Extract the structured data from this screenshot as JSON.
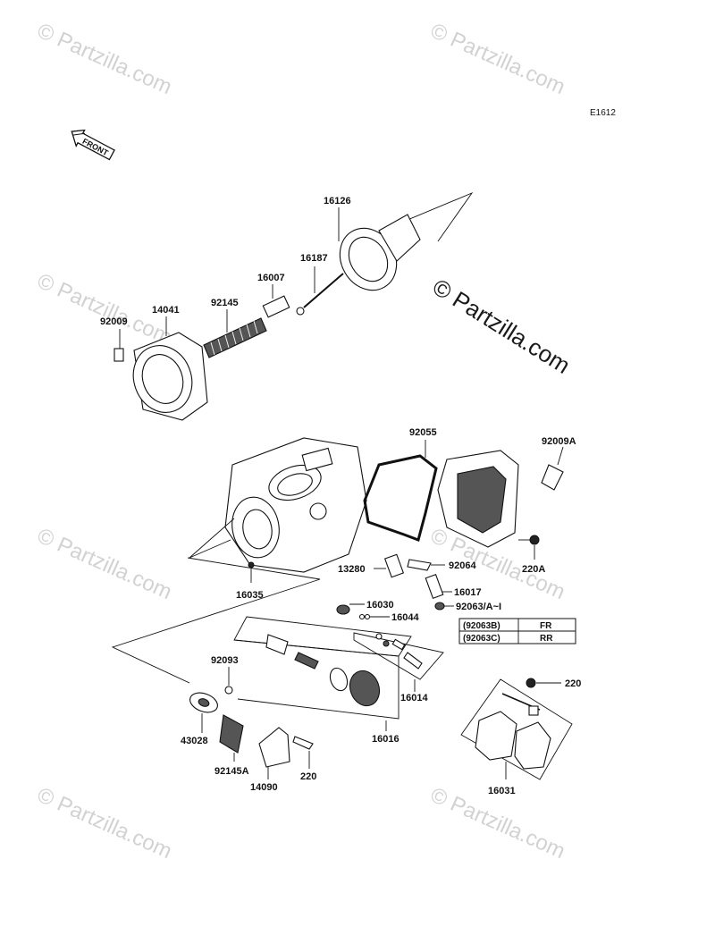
{
  "diagram_code": "E1612",
  "front_arrow_label": "FRONT",
  "watermark_main": "© Partzilla.com",
  "watermark_tile": "© Partzilla.com",
  "parts": {
    "p16126": "16126",
    "p16187": "16187",
    "p16007": "16007",
    "p92145": "92145",
    "p14041": "14041",
    "p92009": "92009",
    "p92055": "92055",
    "p92009A": "92009A",
    "p220A": "220A",
    "p92064": "92064",
    "p13280": "13280",
    "p16017": "16017",
    "p16035": "16035",
    "p16030": "16030",
    "p92063": "92063/A~I",
    "p16044": "16044",
    "p16014": "16014",
    "p92093": "92093",
    "p43028": "43028",
    "p92145A": "92145A",
    "p14090": "14090",
    "p220a": "220",
    "p16016": "16016",
    "p220b": "220",
    "p16031": "16031"
  },
  "variant_table": {
    "rows": [
      {
        "code": "(92063B)",
        "value": "FR"
      },
      {
        "code": "(92063C)",
        "value": "RR"
      }
    ]
  }
}
